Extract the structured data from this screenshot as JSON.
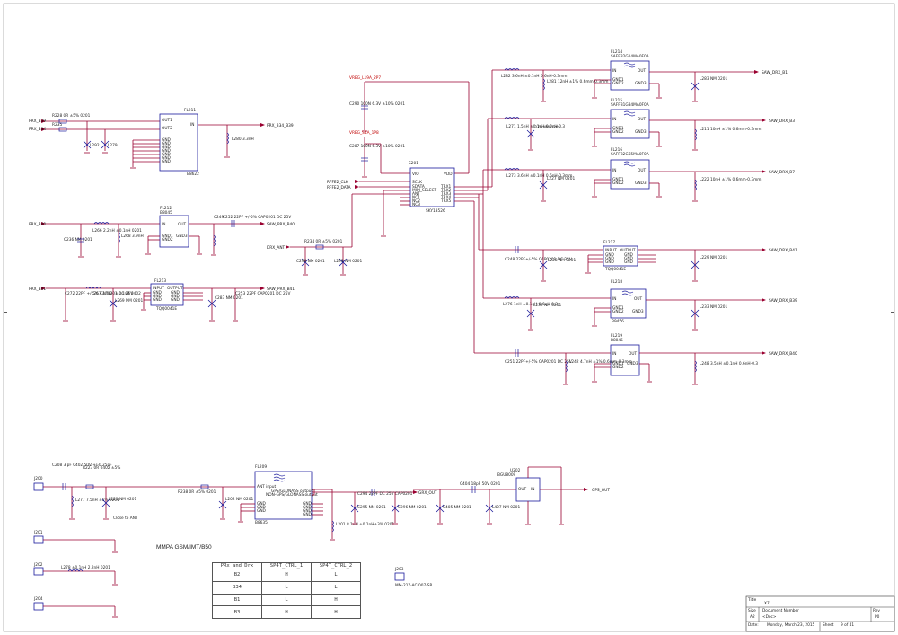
{
  "sheet": {
    "section_label": "MMPA GSM/IMT/B50",
    "note_close_to_ant": "Close to ANT",
    "title_block": {
      "title_label": "Title",
      "title_value": "X7",
      "size_label": "Size",
      "size_value": "A2",
      "docnum_label": "Document Number",
      "docnum_value": "<Doc>",
      "rev_label": "Rev",
      "rev_value": "P0",
      "date_label": "Date:",
      "date_value": "Monday, March 23, 2015",
      "sheet_label": "Sheet",
      "sheet_of": "9 of 41"
    }
  },
  "table": {
    "headers": [
      "PRx and Drx",
      "SP4T_CTRL_1",
      "SP4T_CTRL_2"
    ],
    "rows": [
      [
        "B2",
        "H",
        "L"
      ],
      [
        "B34",
        "L",
        "L"
      ],
      [
        "B1",
        "L",
        "H"
      ],
      [
        "B3",
        "H",
        "H"
      ]
    ]
  },
  "nets": {
    "prx_b39": "PRX_B39",
    "prx_b34": "PRX_B34",
    "prx_b34_b39": "PRX_B34_B39",
    "prx_b40": "PRX_B40",
    "saw_prx_b40": "SAW_PRX_B40",
    "prx_b41": "PRX_B41",
    "saw_prx_b41": "SAW_PRX_B41",
    "drx_ant": "DRX_ANT",
    "vreg_l19a": "VREG_L19A_2P7",
    "vreg_s4a": "VREG_S4A_1P8",
    "rffe2_clk": "RFFE2_CLK",
    "rffe2_data": "RFFE2_DATA",
    "saw_drx_b1": "SAW_DRX_B1",
    "saw_drx_b3": "SAW_DRX_B3",
    "saw_drx_b7": "SAW_DRX_B7",
    "saw_drx_b41": "SAW_DRX_B41",
    "saw_drx_b39": "SAW_DRX_B39",
    "saw_drx_b40": "SAW_DRX_B40",
    "grx_out": "GRX_OUT",
    "gps_out": "GPS_OUT"
  },
  "parts": {
    "fl211": {
      "ref": "FL211",
      "part": "B8622",
      "pins": [
        "OUT1",
        "OUT2",
        "IN",
        "GND",
        "GND",
        "GND",
        "GND",
        "GND",
        "GND",
        "GND"
      ]
    },
    "fl212": {
      "ref": "FL212",
      "part": "B8045",
      "pins": [
        "IN",
        "OUT",
        "GND1",
        "GND2",
        "GND3"
      ]
    },
    "fl213": {
      "ref": "FL213",
      "part": "TQQ0041E",
      "pins": [
        "INPUT",
        "OUTPUT",
        "GND",
        "GND",
        "GND",
        "GND"
      ]
    },
    "u201": {
      "ref": "S201",
      "part": "SKY13526",
      "pins": [
        "VIO",
        "VDD",
        "SCLK",
        "SDATA",
        "ANT",
        "NC1",
        "NC2",
        "NC3",
        "MIPI_SELECT",
        "TRX1",
        "TRX2",
        "TRX3",
        "TRX4",
        "TRX5"
      ]
    },
    "fl214": {
      "ref": "FL214",
      "part": "SAFFB2G14MA0F0A",
      "pins": [
        "IN",
        "OUT",
        "GND1",
        "GND2",
        "GND3"
      ]
    },
    "fl215": {
      "ref": "FL215",
      "part": "SAFFB1G84MA0F0A",
      "pins": [
        "IN",
        "OUT",
        "GND1",
        "GND2",
        "GND3"
      ]
    },
    "fl216": {
      "ref": "FL216",
      "part": "SAFFB2G65MA0F0A",
      "pins": [
        "IN",
        "OUT",
        "GND1",
        "GND2",
        "GND3"
      ]
    },
    "fl217": {
      "ref": "FL217",
      "part": "TQQ0041E",
      "pins": [
        "INPUT",
        "OUTPUT",
        "GND",
        "GND",
        "GND",
        "GND"
      ]
    },
    "fl218": {
      "ref": "FL218",
      "part": "B9456",
      "pins": [
        "IN",
        "OUT",
        "GND1",
        "GND2",
        "GND3"
      ]
    },
    "fl219": {
      "ref": "FL219",
      "part": "B8045",
      "pins": [
        "IN",
        "OUT",
        "GND1",
        "GND2",
        "GND3"
      ]
    },
    "fl209": {
      "ref": "FL209",
      "part": "B8635",
      "pins": [
        "ANT input",
        "GPS/GLONASS output",
        "NON-GPS/GLONASS output",
        "GND",
        "GND",
        "GND",
        "GND",
        "GND",
        "GND",
        "GND"
      ]
    },
    "u202": {
      "ref": "U202",
      "part": "BGU8009",
      "pins": [
        "OUT",
        "IN",
        "GND"
      ]
    }
  },
  "labels": {
    "r228": "R228 0R ±5% 0201",
    "r235": "R235",
    "l292": "L292",
    "l279": "L279",
    "c286": "C286 NM 0201",
    "l266": "L266 2.2nH ±0.1nH 0201",
    "l268": "L268 3.9nH",
    "c249": "C249",
    "l280": "L280 3.3nH",
    "c236": "C236 NM 0201",
    "c272": "C272 22PF +/-5% CAP0201 DC 25V",
    "l267": "L267 1.5nH ±0.1nH 0402",
    "l269": "L269 NM 0201",
    "c283": "C283 NM 0201",
    "c253": "C253 22PF CAP0201 DC 25V",
    "c252": "C252 22PF +/-5% CAP0201 DC 25V",
    "c290": "C290 100N 6.3V ±10% 0201",
    "c287": "C287 100N 6.3V ±10% 0201",
    "r234": "R234 0R ±5% 0201",
    "c296": "C296 NM 0201",
    "l293": "L293 NM 0201",
    "l282": "L282 3.6nH ±0.1nH 0.6nH-0.3mm",
    "l281": "L281 12nH ±1% 0.6mm-0.3mm",
    "l283": "L283 NM 0201",
    "l271": "L271 1.5nH ±0.1nH 0.6nH-0.3",
    "l270": "L270 NM 0201",
    "l211": "L211 10nH ±1% 0.6mm-0.3mm",
    "l273": "L273 3.6nH ±0.1nH 0.6nH-0.3mm",
    "l227": "L227 NM 0201",
    "l222": "L222 10nH ±1% 0.6mm-0.3mm",
    "c248": "C248 22PF+/-5% CAP0201 DC 25V",
    "l228": "L228 NM 0201",
    "l229": "L229 NM 0201",
    "l276": "L276 1nH ±0.1nH 0.6nH-0.3",
    "l232": "L232 NM 0201",
    "l233": "L233 NM 0201",
    "c251": "C251 22PF+/-5% CAP0201 DC 25V",
    "l242": "L242 4.7nH ±1% 0.6mm-0.3mm",
    "l248": "L248 3.5nH ±0.1nH 0.6nH-0.3",
    "j200": "J200",
    "c208": "C208 3 pF 0402 50V +/-0.25pF",
    "r223": "R223 0R 0402 ±5%",
    "l277": "L277 7.5nH ±5% 0201",
    "l221": "L221 NM 0201",
    "r238": "R238 0R ±5% 0201",
    "l202": "L202 NM 0201",
    "l201": "L201 8.1nH ±0.1nH±3% 0201",
    "c294": "C294 22PF DC 25V CAP0201",
    "c295": "C295 NM 0201",
    "c296b": "C296 NM 0201",
    "c405": "C405 NM 0201",
    "c404": "C404 18pF 50V 0201",
    "l407": "L407 NM 0201",
    "j201": "J201",
    "j202": "J202",
    "l278": "L278 ±0.1nH 2.2nH 0201",
    "j204": "J204",
    "j203": "J203",
    "j203_part": "MM-217-AC-007-SP"
  }
}
